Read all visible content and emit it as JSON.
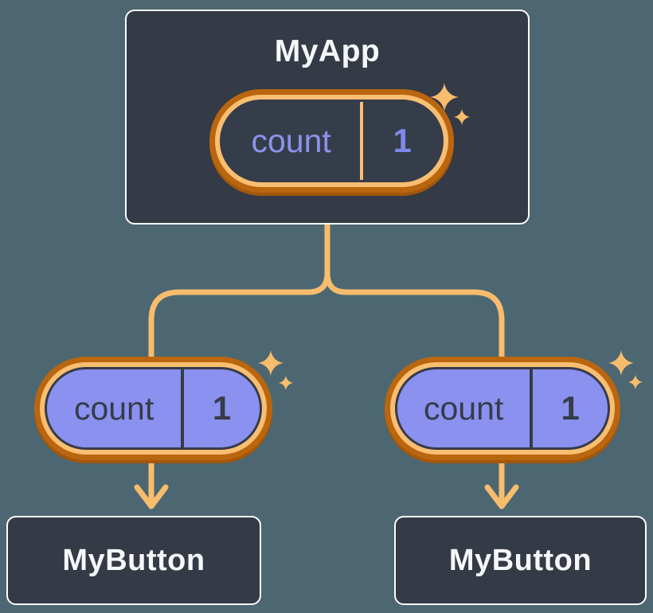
{
  "colors": {
    "background": "#4C6771",
    "node_fill": "#343A46",
    "node_border": "#FFFFFF",
    "node_text": "#F6F7F9",
    "pill_ring_light": "#F9BE71",
    "pill_ring_dark": "#BA660F",
    "pill_ring_dark_shade": "#A2570A",
    "pill_fill_dark": "#363D4A",
    "pill_fill_purple": "#8B91EF",
    "state_name_text": "#8A93EC",
    "state_value_text": "#7D88EA",
    "prop_text_dark": "#363C49",
    "connector": "#F8BC6D",
    "sparkle": "#F8BC6D"
  },
  "tree": {
    "root": {
      "name": "MyApp",
      "state": {
        "label": "count",
        "value": "1"
      }
    },
    "children": [
      {
        "name": "MyButton",
        "prop": {
          "label": "count",
          "value": "1"
        }
      },
      {
        "name": "MyButton",
        "prop": {
          "label": "count",
          "value": "1"
        }
      }
    ]
  }
}
